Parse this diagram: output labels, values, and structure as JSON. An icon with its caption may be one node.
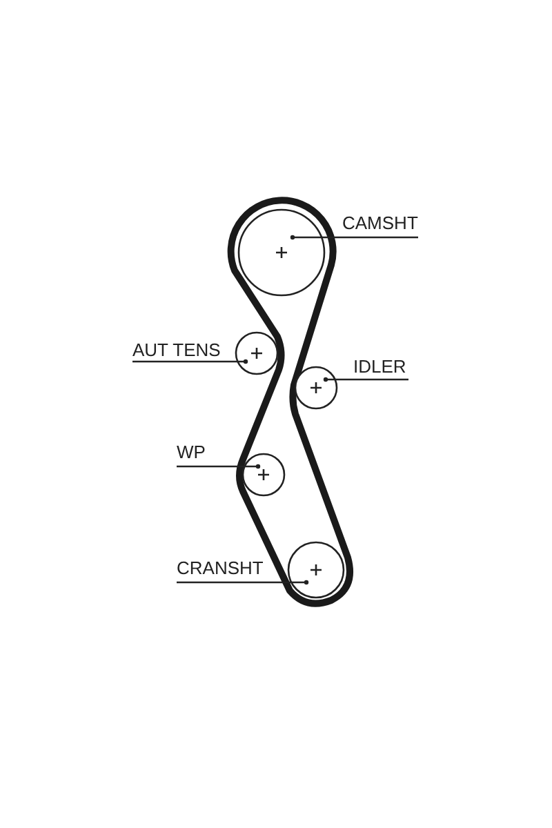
{
  "diagram": {
    "nodes": [
      {
        "text": [
          "CAMSHT"
        ]
      },
      {
        "text": [],
        "shape": "circle"
      },
      {
        "text": [
          "AUT TENS"
        ]
      },
      {
        "text": [],
        "shape": "circle"
      },
      {
        "text": [
          "IDLER"
        ]
      },
      {
        "text": [],
        "shape": "circle"
      },
      {
        "text": [
          "WP"
        ]
      },
      {
        "text": [],
        "shape": "circle"
      },
      {
        "text": [
          "CRANSHT"
        ]
      },
      {
        "text": [],
        "shape": "circle"
      }
    ],
    "edges": [
      {
        "from": 0,
        "to": 1,
        "arrow": "other"
      },
      {
        "from": 2,
        "to": 3,
        "arrow": "other"
      },
      {
        "from": 4,
        "to": 5,
        "arrow": "other"
      },
      {
        "from": 6,
        "to": 7,
        "arrow": "other"
      },
      {
        "from": 8,
        "to": 9,
        "arrow": "other"
      }
    ]
  }
}
